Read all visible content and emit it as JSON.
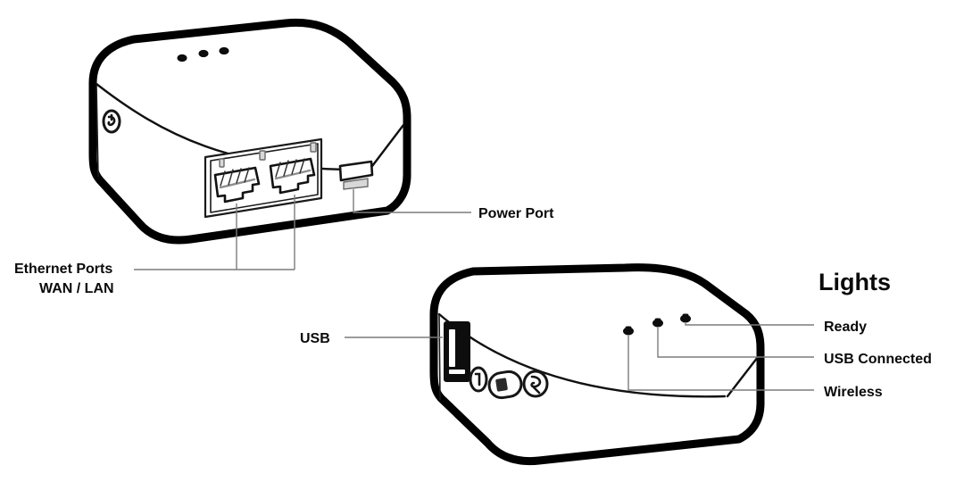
{
  "diagram": {
    "title": "Device Port and Indicator Light Diagram",
    "background_color": "#ffffff",
    "line_color": "#000000",
    "leader_color": "#7c7c7c"
  },
  "labels": {
    "ethernet_ports": "Ethernet Ports",
    "ethernet_ports_sub": "WAN / LAN",
    "power_port": "Power Port",
    "usb": "USB",
    "lights_heading": "Lights",
    "light_ready": "Ready",
    "light_usb_connected": "USB Connected",
    "light_wireless": "Wireless"
  },
  "devices": [
    {
      "name": "top-device-rear-view",
      "description": "Rear face of router showing two Ethernet jacks and micro USB power port",
      "ports": [
        "Ethernet Ports",
        "Power Port"
      ],
      "led_count": 3
    },
    {
      "name": "bottom-device-side-view",
      "description": "Side face of router showing USB-A port and three indicator lights",
      "ports": [
        "USB"
      ],
      "led_count": 3,
      "lights": [
        "Ready",
        "USB Connected",
        "Wireless"
      ]
    }
  ],
  "icons": {
    "reset_button": "reset-button-icon",
    "power_glyph": "power-glyph-icon",
    "rj45_jack": "rj45-jack-icon",
    "micro_usb": "micro-usb-icon",
    "usb_a": "usb-a-icon",
    "led": "led-indicator-icon"
  }
}
